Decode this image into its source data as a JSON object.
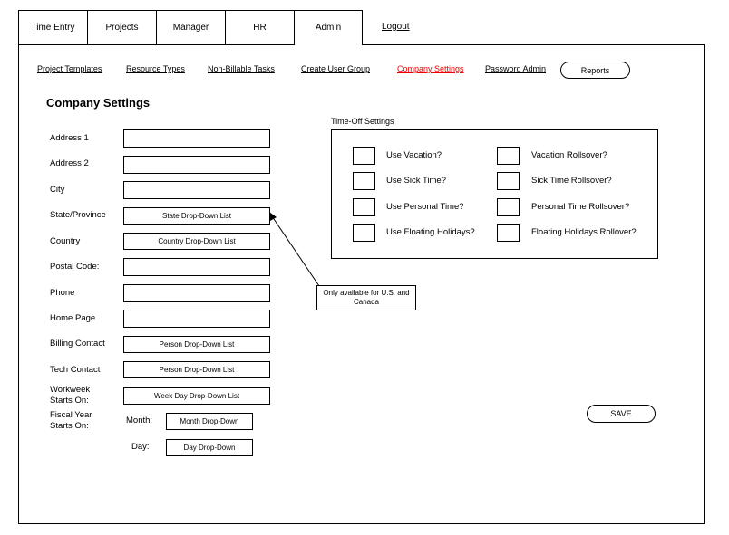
{
  "tabs": [
    "Time Entry",
    "Projects",
    "Manager",
    "HR",
    "Admin"
  ],
  "logout": "Logout",
  "subnav": {
    "project_templates": "Project Templates",
    "resource_types": "Resource Types",
    "non_billable": "Non-Billable Tasks",
    "create_user_group": "Create User Group",
    "company_settings": "Company Settings",
    "password_admin": "Password Admin",
    "reports": "Reports"
  },
  "page_title": "Company Settings",
  "form": {
    "address1": "Address 1",
    "address2": "Address 2",
    "city": "City",
    "state": "State/Province",
    "state_dd": "State Drop-Down List",
    "country": "Country",
    "country_dd": "Country Drop-Down List",
    "postal": "Postal Code:",
    "phone": "Phone",
    "homepage": "Home Page",
    "billing": "Billing Contact",
    "billing_dd": "Person Drop-Down List",
    "tech": "Tech Contact",
    "tech_dd": "Person Drop-Down List",
    "workweek_l1": "Workweek",
    "workweek_l2": "Starts On:",
    "workweek_dd": "Week Day Drop-Down List",
    "fiscal_l1": "Fiscal Year",
    "fiscal_l2": "Starts On:",
    "month": "Month:",
    "month_dd": "Month Drop-Down",
    "day": "Day:",
    "day_dd": "Day Drop-Down"
  },
  "timeoff": {
    "title": "Time-Off Settings",
    "use_vacation": "Use Vacation?",
    "use_sick": "Use Sick Time?",
    "use_personal": "Use Personal Time?",
    "use_floating": "Use Floating Holidays?",
    "vacation_roll": "Vacation Rollsover?",
    "sick_roll": "Sick Time Rollsover?",
    "personal_roll": "Personal Time Rollsover?",
    "floating_roll": "Floating Holidays Rollover?"
  },
  "annotation_l1": "Only available for U.S. and",
  "annotation_l2": "Canada",
  "save": "SAVE"
}
